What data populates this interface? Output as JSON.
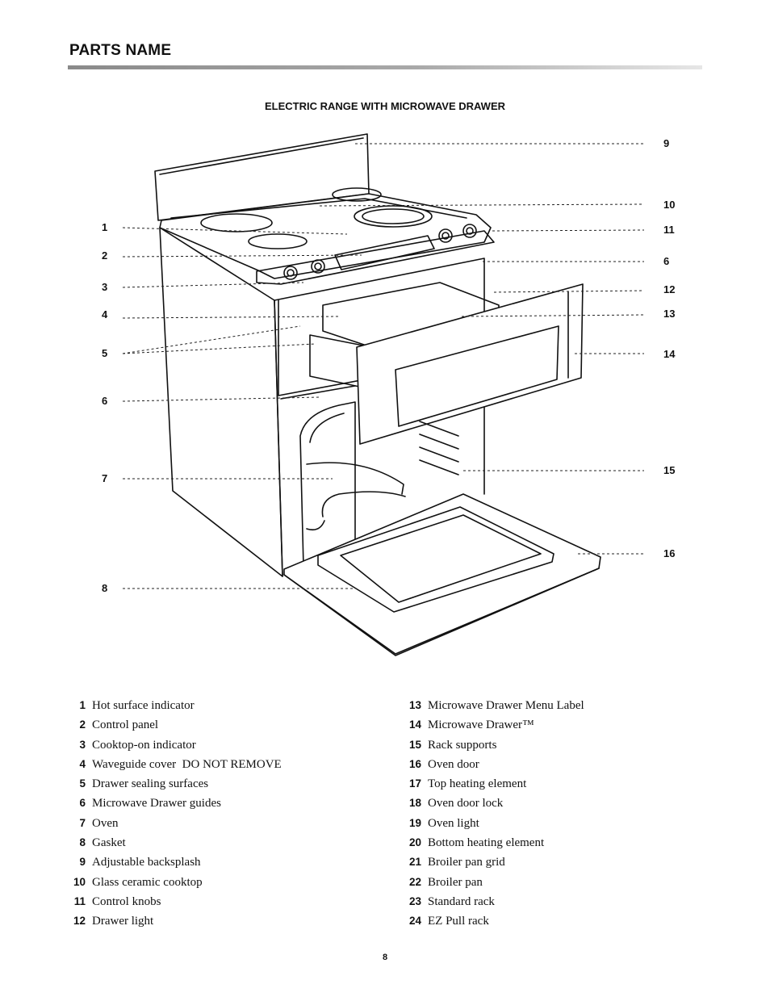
{
  "header": {
    "title": "PARTS NAME"
  },
  "diagram": {
    "title": "ELECTRIC RANGE WITH MICROWAVE DRAWER",
    "left_callouts": [
      "1",
      "2",
      "3",
      "4",
      "5",
      "6",
      "7",
      "8"
    ],
    "right_callouts": [
      "9",
      "10",
      "11",
      "6",
      "12",
      "13",
      "14",
      "15",
      "16"
    ]
  },
  "parts": {
    "left": [
      {
        "num": "1",
        "name": "Hot surface indicator"
      },
      {
        "num": "2",
        "name": "Control panel"
      },
      {
        "num": "3",
        "name": "Cooktop-on indicator"
      },
      {
        "num": "4",
        "name": "Waveguide cover  DO NOT REMOVE"
      },
      {
        "num": "5",
        "name": "Drawer sealing surfaces"
      },
      {
        "num": "6",
        "name": "Microwave Drawer guides"
      },
      {
        "num": "7",
        "name": "Oven"
      },
      {
        "num": "8",
        "name": "Gasket"
      },
      {
        "num": "9",
        "name": "Adjustable backsplash"
      },
      {
        "num": "10",
        "name": "Glass ceramic cooktop"
      },
      {
        "num": "11",
        "name": "Control knobs"
      },
      {
        "num": "12",
        "name": "Drawer light"
      }
    ],
    "right": [
      {
        "num": "13",
        "name": "Microwave Drawer Menu Label"
      },
      {
        "num": "14",
        "name": "Microwave Drawer™"
      },
      {
        "num": "15",
        "name": "Rack supports"
      },
      {
        "num": "16",
        "name": "Oven door"
      },
      {
        "num": "17",
        "name": "Top heating element"
      },
      {
        "num": "18",
        "name": "Oven door lock"
      },
      {
        "num": "19",
        "name": "Oven light"
      },
      {
        "num": "20",
        "name": "Bottom heating element"
      },
      {
        "num": "21",
        "name": "Broiler pan grid"
      },
      {
        "num": "22",
        "name": "Broiler pan"
      },
      {
        "num": "23",
        "name": "Standard rack"
      },
      {
        "num": "24",
        "name": "EZ Pull rack"
      }
    ]
  },
  "footer": {
    "page_number": "8"
  }
}
